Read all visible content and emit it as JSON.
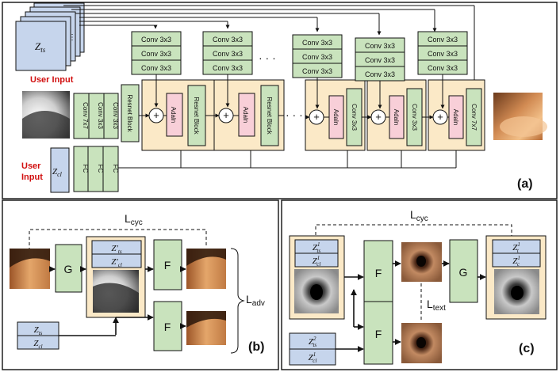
{
  "panel_a": {
    "panel_label": "(a)",
    "user_input_top": "User Input",
    "user_input_bottom_1": "User",
    "user_input_bottom_2": "Input",
    "z_ts": "Z",
    "z_ts_sub": "ts",
    "z_cl": "Z",
    "z_cl_sub": "cl",
    "fc": "FC",
    "conv3": "Conv 3x3",
    "conv7": "Conv 7x7",
    "resnet": "Resnet Block",
    "adain": "Adaln",
    "plus": "+",
    "ellipsis": "· · ·",
    "dots": "· · ·"
  },
  "panel_b": {
    "panel_label": "(b)",
    "loss_cyc": "L",
    "loss_cyc_sub": "cyc",
    "loss_adv": "L",
    "loss_adv_sub": "adv",
    "gen_g": "G",
    "gen_f": "F",
    "z_ts_prime": "Z′",
    "z_ts_prime_sub": "ts",
    "z_cl_prime": "Z′",
    "z_cl_prime_sub": "cl",
    "z_ts": "Z",
    "z_ts_sub": "ts",
    "z_cl": "Z",
    "z_cl_sub": "cl"
  },
  "panel_c": {
    "panel_label": "(c)",
    "loss_cyc": "L",
    "loss_cyc_sub": "cyc",
    "loss_text": "L",
    "loss_text_sub": "text",
    "gen_g": "G",
    "gen_f": "F",
    "z1_ts": "Z",
    "z1_ts_sup": "1",
    "z1_ts_sub": "ts",
    "z1_cl": "Z",
    "z1_cl_sup": "1",
    "z1_cl_sub": "cl",
    "z1_t": "Z",
    "z1_t_sup": "1",
    "z1_t_sub": "t",
    "z1_c": "Z",
    "z1_c_sup": "1",
    "z1_c_sub": "c",
    "z2_ts": "Z",
    "z2_ts_sup": "2",
    "z2_ts_sub": "ts",
    "z2_cl": "Z",
    "z2_cl_sup": "1",
    "z2_cl_sub": "cl"
  },
  "colors": {
    "conv_fill": "#c9e3bd",
    "block_fill": "#fbe9c7",
    "adain_fill": "#f8cfd8",
    "z_fill": "#c6d5ec",
    "user_input_red": "#d10f0f"
  }
}
